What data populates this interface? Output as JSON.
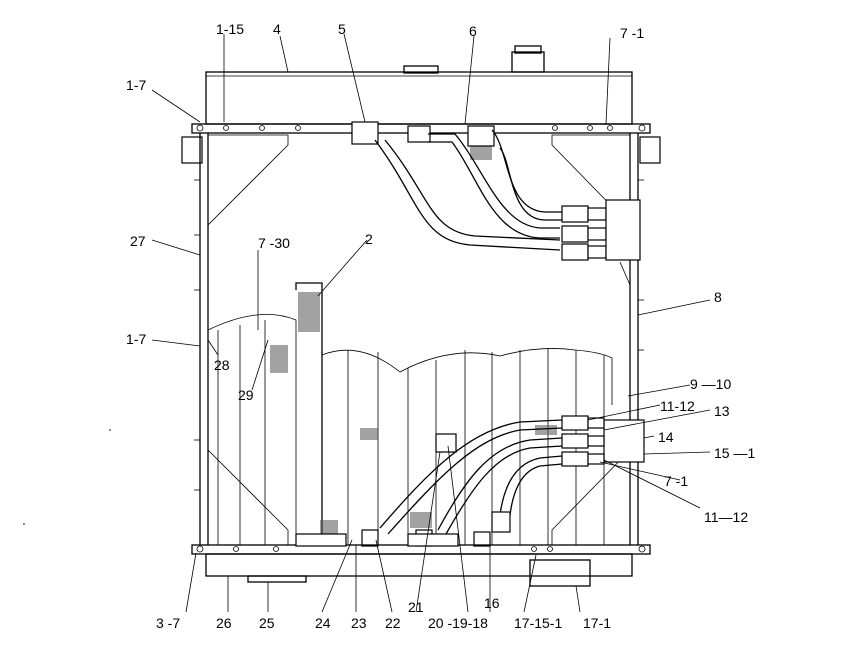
{
  "callouts": [
    {
      "id": "c1_15_top",
      "text": "1-15"
    },
    {
      "id": "c4",
      "text": "4"
    },
    {
      "id": "c5",
      "text": "5"
    },
    {
      "id": "c6",
      "text": "6"
    },
    {
      "id": "c7_1_top",
      "text": "7 -1"
    },
    {
      "id": "c1_7_top",
      "text": "1-7"
    },
    {
      "id": "c27",
      "text": "27"
    },
    {
      "id": "c7_30",
      "text": "7 -30"
    },
    {
      "id": "c2",
      "text": "2"
    },
    {
      "id": "c8",
      "text": "8"
    },
    {
      "id": "c1_7_mid",
      "text": "1-7"
    },
    {
      "id": "c28",
      "text": "28"
    },
    {
      "id": "c29",
      "text": "29"
    },
    {
      "id": "c9_10",
      "text": "9 —10"
    },
    {
      "id": "c11_12_a",
      "text": "11-12"
    },
    {
      "id": "c13",
      "text": "13"
    },
    {
      "id": "c14",
      "text": "14"
    },
    {
      "id": "c15_1",
      "text": "15 —1"
    },
    {
      "id": "c7_1_right",
      "text": "7 -1"
    },
    {
      "id": "c11_12_b",
      "text": "11—12"
    },
    {
      "id": "c3_7",
      "text": "3 -7"
    },
    {
      "id": "c26",
      "text": "26"
    },
    {
      "id": "c25",
      "text": "25"
    },
    {
      "id": "c24",
      "text": "24"
    },
    {
      "id": "c23",
      "text": "23"
    },
    {
      "id": "c22",
      "text": "22"
    },
    {
      "id": "c21",
      "text": "21"
    },
    {
      "id": "c20_19_18",
      "text": "20 -19-18"
    },
    {
      "id": "c16",
      "text": "16"
    },
    {
      "id": "c17_15_1",
      "text": "17-15-1"
    },
    {
      "id": "c17_1",
      "text": "17-1"
    }
  ]
}
